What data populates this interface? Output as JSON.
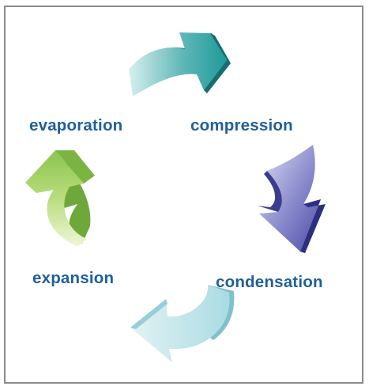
{
  "diagram": {
    "stages": [
      {
        "label": "evaporation",
        "color": "#8cc54e"
      },
      {
        "label": "compression",
        "color": "#1f9a9a"
      },
      {
        "label": "condensation",
        "color": "#3d3d9c"
      },
      {
        "label": "expansion",
        "color": "#a9dbe2"
      }
    ],
    "text_color": "#1f5f99",
    "frame_color": "#8a8a8a"
  }
}
